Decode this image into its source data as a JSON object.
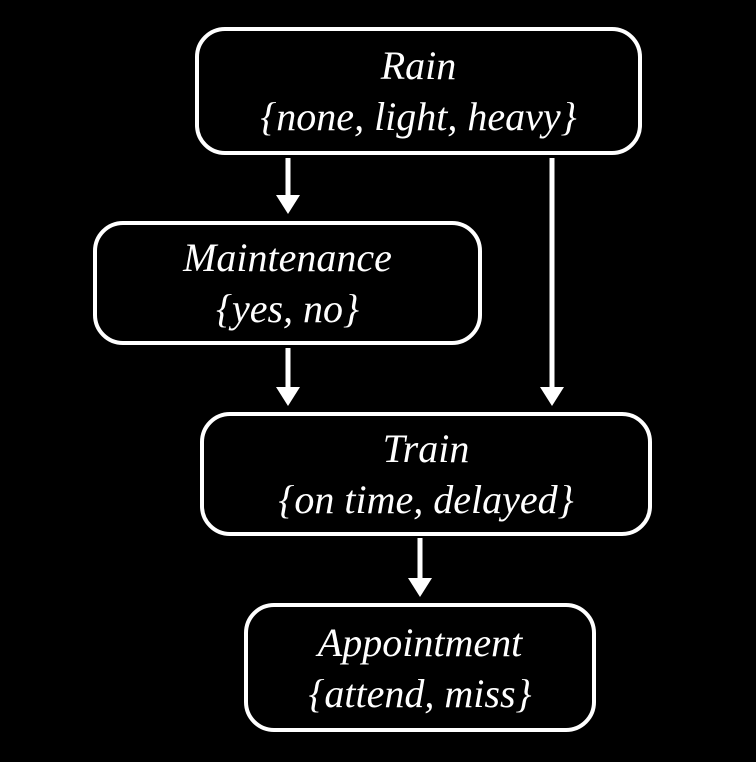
{
  "diagram": {
    "type": "bayesian-network",
    "background_color": "#000000",
    "node_border_color": "#ffffff",
    "text_color": "#ffffff",
    "arrow_color": "#ffffff",
    "nodes": [
      {
        "id": "rain",
        "label": "Rain",
        "domain": "{none, light, heavy}"
      },
      {
        "id": "maintenance",
        "label": "Maintenance",
        "domain": "{yes, no}"
      },
      {
        "id": "train",
        "label": "Train",
        "domain": "{on time, delayed}"
      },
      {
        "id": "appointment",
        "label": "Appointment",
        "domain": "{attend, miss}"
      }
    ],
    "edges": [
      {
        "from": "rain",
        "to": "maintenance"
      },
      {
        "from": "rain",
        "to": "train"
      },
      {
        "from": "maintenance",
        "to": "train"
      },
      {
        "from": "train",
        "to": "appointment"
      }
    ]
  }
}
